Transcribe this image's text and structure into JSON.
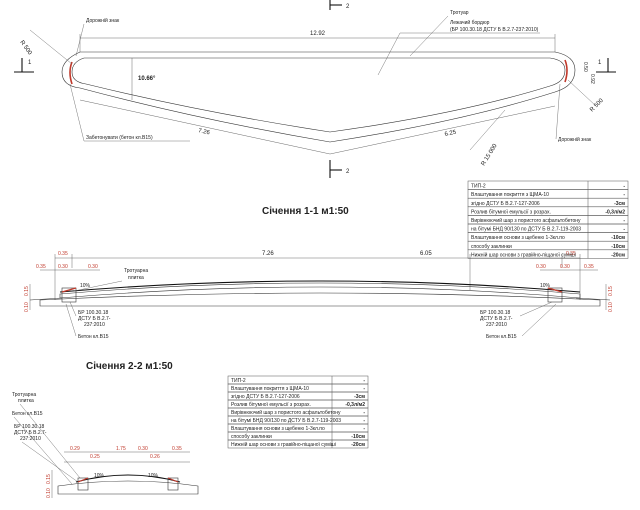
{
  "plan": {
    "section_mark_1": "1",
    "section_mark_2": "2",
    "radius_left": "R 500",
    "road_sign_left": "Дорожній знак",
    "sidewalk": "Тротуар",
    "curb_line1": "Лежачий бордюр",
    "curb_line2": "(БР 100.30.18 ДСТУ Б В.2.7-237:2010)",
    "dim_total": "12.92",
    "dim_width": "10.66°",
    "dim_right_top": "0.50",
    "dim_right_mid": "0.92",
    "radius_right": "R 500",
    "concrete_note": "Забетонувати (бетон кл.B15)",
    "road_sign_right": "Дорожній знак",
    "dim_left_bottom": "7.26",
    "dim_right_bottom": "6.25",
    "radius_bottom": "R 15 000"
  },
  "section11": {
    "title": "Січення 1-1 м1:50",
    "dim_total_left": "7.26",
    "dim_total_right": "6.05",
    "dim_l_035": "0.35",
    "dim_l_030": "0.30",
    "dim_l_030b": "0.30",
    "dim_r_035": "0.35",
    "dim_r_030": "0.30",
    "dim_r_030b": "0.30",
    "tile_label1": "Тротуарна",
    "tile_label2": "плитка",
    "slope_left": "10%",
    "slope_right": "10%",
    "vdim_left_top": "0.15",
    "vdim_left_bot": "0.10",
    "vdim_right_top": "0.15",
    "vdim_right_bot": "0.10",
    "curb_left1": "БР 100.30.18",
    "curb_left2": "ДСТУ Б В.2.7-",
    "curb_left3": "237:2010",
    "concrete_left": "Бетон кл.B15",
    "curb_right1": "БР 100.30.18",
    "curb_right2": "ДСТУ Б В.2.7-",
    "curb_right3": "237:2010",
    "concrete_right": "Бетон кл.B15"
  },
  "table1": [
    {
      "text": "ТИП-2",
      "val": "-"
    },
    {
      "text": "Влаштування покриття з ЩМА-10",
      "val": "-"
    },
    {
      "text": "згідно ДСТУ Б В.2.7-127-2006",
      "val": "-3см"
    },
    {
      "text": "Розлив бітумної емульсії з розрах.",
      "val": "-0,3л/м2"
    },
    {
      "text": "Вирівнюючий шар з пористого асфальтобетону",
      "val": "-"
    },
    {
      "text": "на бітумі БНД 90/130 по ДСТУ Б В.2.7-119-2003",
      "val": "-"
    },
    {
      "text": "Влаштування основи з щебеню 1-3кл.по",
      "val": "-10см"
    },
    {
      "text": "способу заклинки",
      "val": "-10см"
    },
    {
      "text": "Нижній шар основи з гравійно-піщаної суміші",
      "val": "-20см"
    }
  ],
  "section22": {
    "title": "Січення 2-2 м1:50",
    "tile_label1": "Тротуарна",
    "tile_label2": "плитка",
    "concrete": "Бетон кл.B15",
    "curb1": "БР 100.30.18",
    "curb2": "ДСТУ Б В.2.7-",
    "curb3": "237:2010",
    "dim_029": "0.29",
    "dim_025": "0.25",
    "dim_175": "1.75",
    "dim_030": "0.30",
    "dim_026": "0.26",
    "dim_035": "0.35",
    "slope_left": "10%",
    "slope_right": "10%",
    "vdim_top": "0.15",
    "vdim_bot": "0.10"
  },
  "table2": [
    {
      "text": "ТИП-2",
      "val": "-"
    },
    {
      "text": "Влаштування покриття з ЩМА-10",
      "val": "-"
    },
    {
      "text": "згідно ДСТУ Б В.2.7-127-2006",
      "val": "-3см"
    },
    {
      "text": "Розлив бітумної емульсії з розрах.",
      "val": "-0,3л/м2"
    },
    {
      "text": "Вирівнюючий шар з пористого асфальтобетону",
      "val": "-"
    },
    {
      "text": "на бітумі БНД 90/130 по ДСТУ Б В.2.7-119-2003",
      "val": "-"
    },
    {
      "text": "Влаштування основи з щебеню 1-3кл.по",
      "val": "-"
    },
    {
      "text": "способу заклинки",
      "val": "-10см"
    },
    {
      "text": "Нижній шар основи з гравійно-піщаної суміші",
      "val": "-20см"
    }
  ]
}
